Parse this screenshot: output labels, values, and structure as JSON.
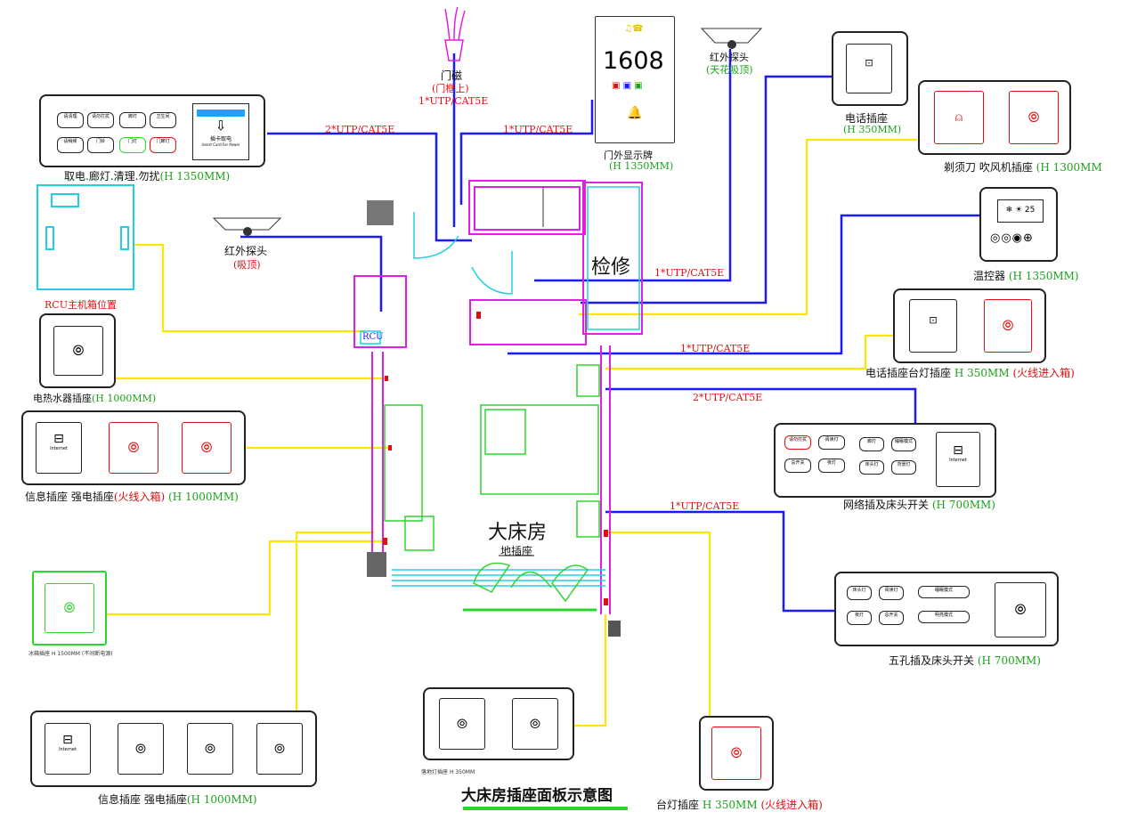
{
  "title": "大床房插座面板示意图",
  "room": {
    "name": "大床房",
    "floor_socket": "地插座",
    "inspection": "检修",
    "rcu_tag": "RCU"
  },
  "cable_labels": {
    "c1": "2*UTP/CAT5E",
    "c2": "1*UTP/CAT5E",
    "c3": "1*UTP/CAT5E",
    "c4": "1*UTP/CAT5E",
    "c5": "1*UTP/CAT5E",
    "c6": "2*UTP/CAT5E",
    "c7": "1*UTP/CAT5E"
  },
  "door_magnet": {
    "name": "门磁",
    "sub": "(门框上)"
  },
  "ir_ceiling": {
    "name": "红外探头",
    "sub": "(天花吸顶)"
  },
  "ir_left": {
    "name": "红外探头",
    "sub": "(吸顶)"
  },
  "door_display": {
    "number": "1608",
    "name": "门外显示牌",
    "height": "(H 1350MM)"
  },
  "phone_socket": {
    "name": "电话插座",
    "height": "(H 350MM)"
  },
  "shaver": {
    "name": "剃须刀 吹风机插座",
    "height": "(H 1300MM"
  },
  "thermostat": {
    "name": "温控器",
    "height": "(H 1350MM)"
  },
  "phone_lamp": {
    "name": "电话插座台灯插座",
    "height": "H 350MM",
    "note": "(火线进入箱)"
  },
  "card_switch": {
    "name": "取电.廊灯.清理.勿扰",
    "height": "(H 1350MM)",
    "card_text": "插卡取电",
    "card_sub": "Insert Card For Power",
    "buttons": [
      "请清理",
      "请勿打扰",
      "廊灯",
      "卫生间",
      "请稍候",
      "门铃",
      "门灯",
      "门廊灯"
    ]
  },
  "rcu_box": {
    "name": "RCU主机箱位置"
  },
  "water_heater": {
    "name": "电热水器插座",
    "height": "(H 1000MM)"
  },
  "info_socket1": {
    "name": "信息插座 强电插座",
    "note": "(火线入箱)",
    "height": "(H 1000MM)",
    "internet": "Internet"
  },
  "aquarium": {
    "name": "冰箱插座",
    "height": "H 1500MM",
    "note": "(不间断电源)"
  },
  "info_socket2": {
    "name": "信息插座 强电插座",
    "height": "(H 1000MM)",
    "internet": "Internet"
  },
  "floor_lamp": {
    "name": "落地灯插座",
    "height": "H 350MM"
  },
  "desk_lamp": {
    "name": "台灯插座",
    "height": "H 350MM",
    "note": "(火线进入箱)"
  },
  "network_bedhead": {
    "name": "网络插及床头开关",
    "height": "(H 700MM)",
    "internet": "Internet",
    "buttons": [
      "请勿打扰",
      "阅读灯",
      "廊灯",
      "睡眠模式",
      "总开关",
      "夜灯",
      "床头灯",
      "背景灯"
    ]
  },
  "five_hole_bedhead": {
    "name": "五孔插及床头开关",
    "height": "(H 700MM)",
    "buttons": [
      "床头灯",
      "阅读灯",
      "夜灯",
      "总开关",
      "睡眠模式",
      "明亮模式"
    ]
  },
  "colors": {
    "blue_wire": "#1a1aff",
    "yellow_wire": "#ffe600",
    "magenta_wall": "#e020e0",
    "green_furniture": "#2dd62d",
    "cyan": "#20d0e0",
    "red": "#e01010"
  }
}
